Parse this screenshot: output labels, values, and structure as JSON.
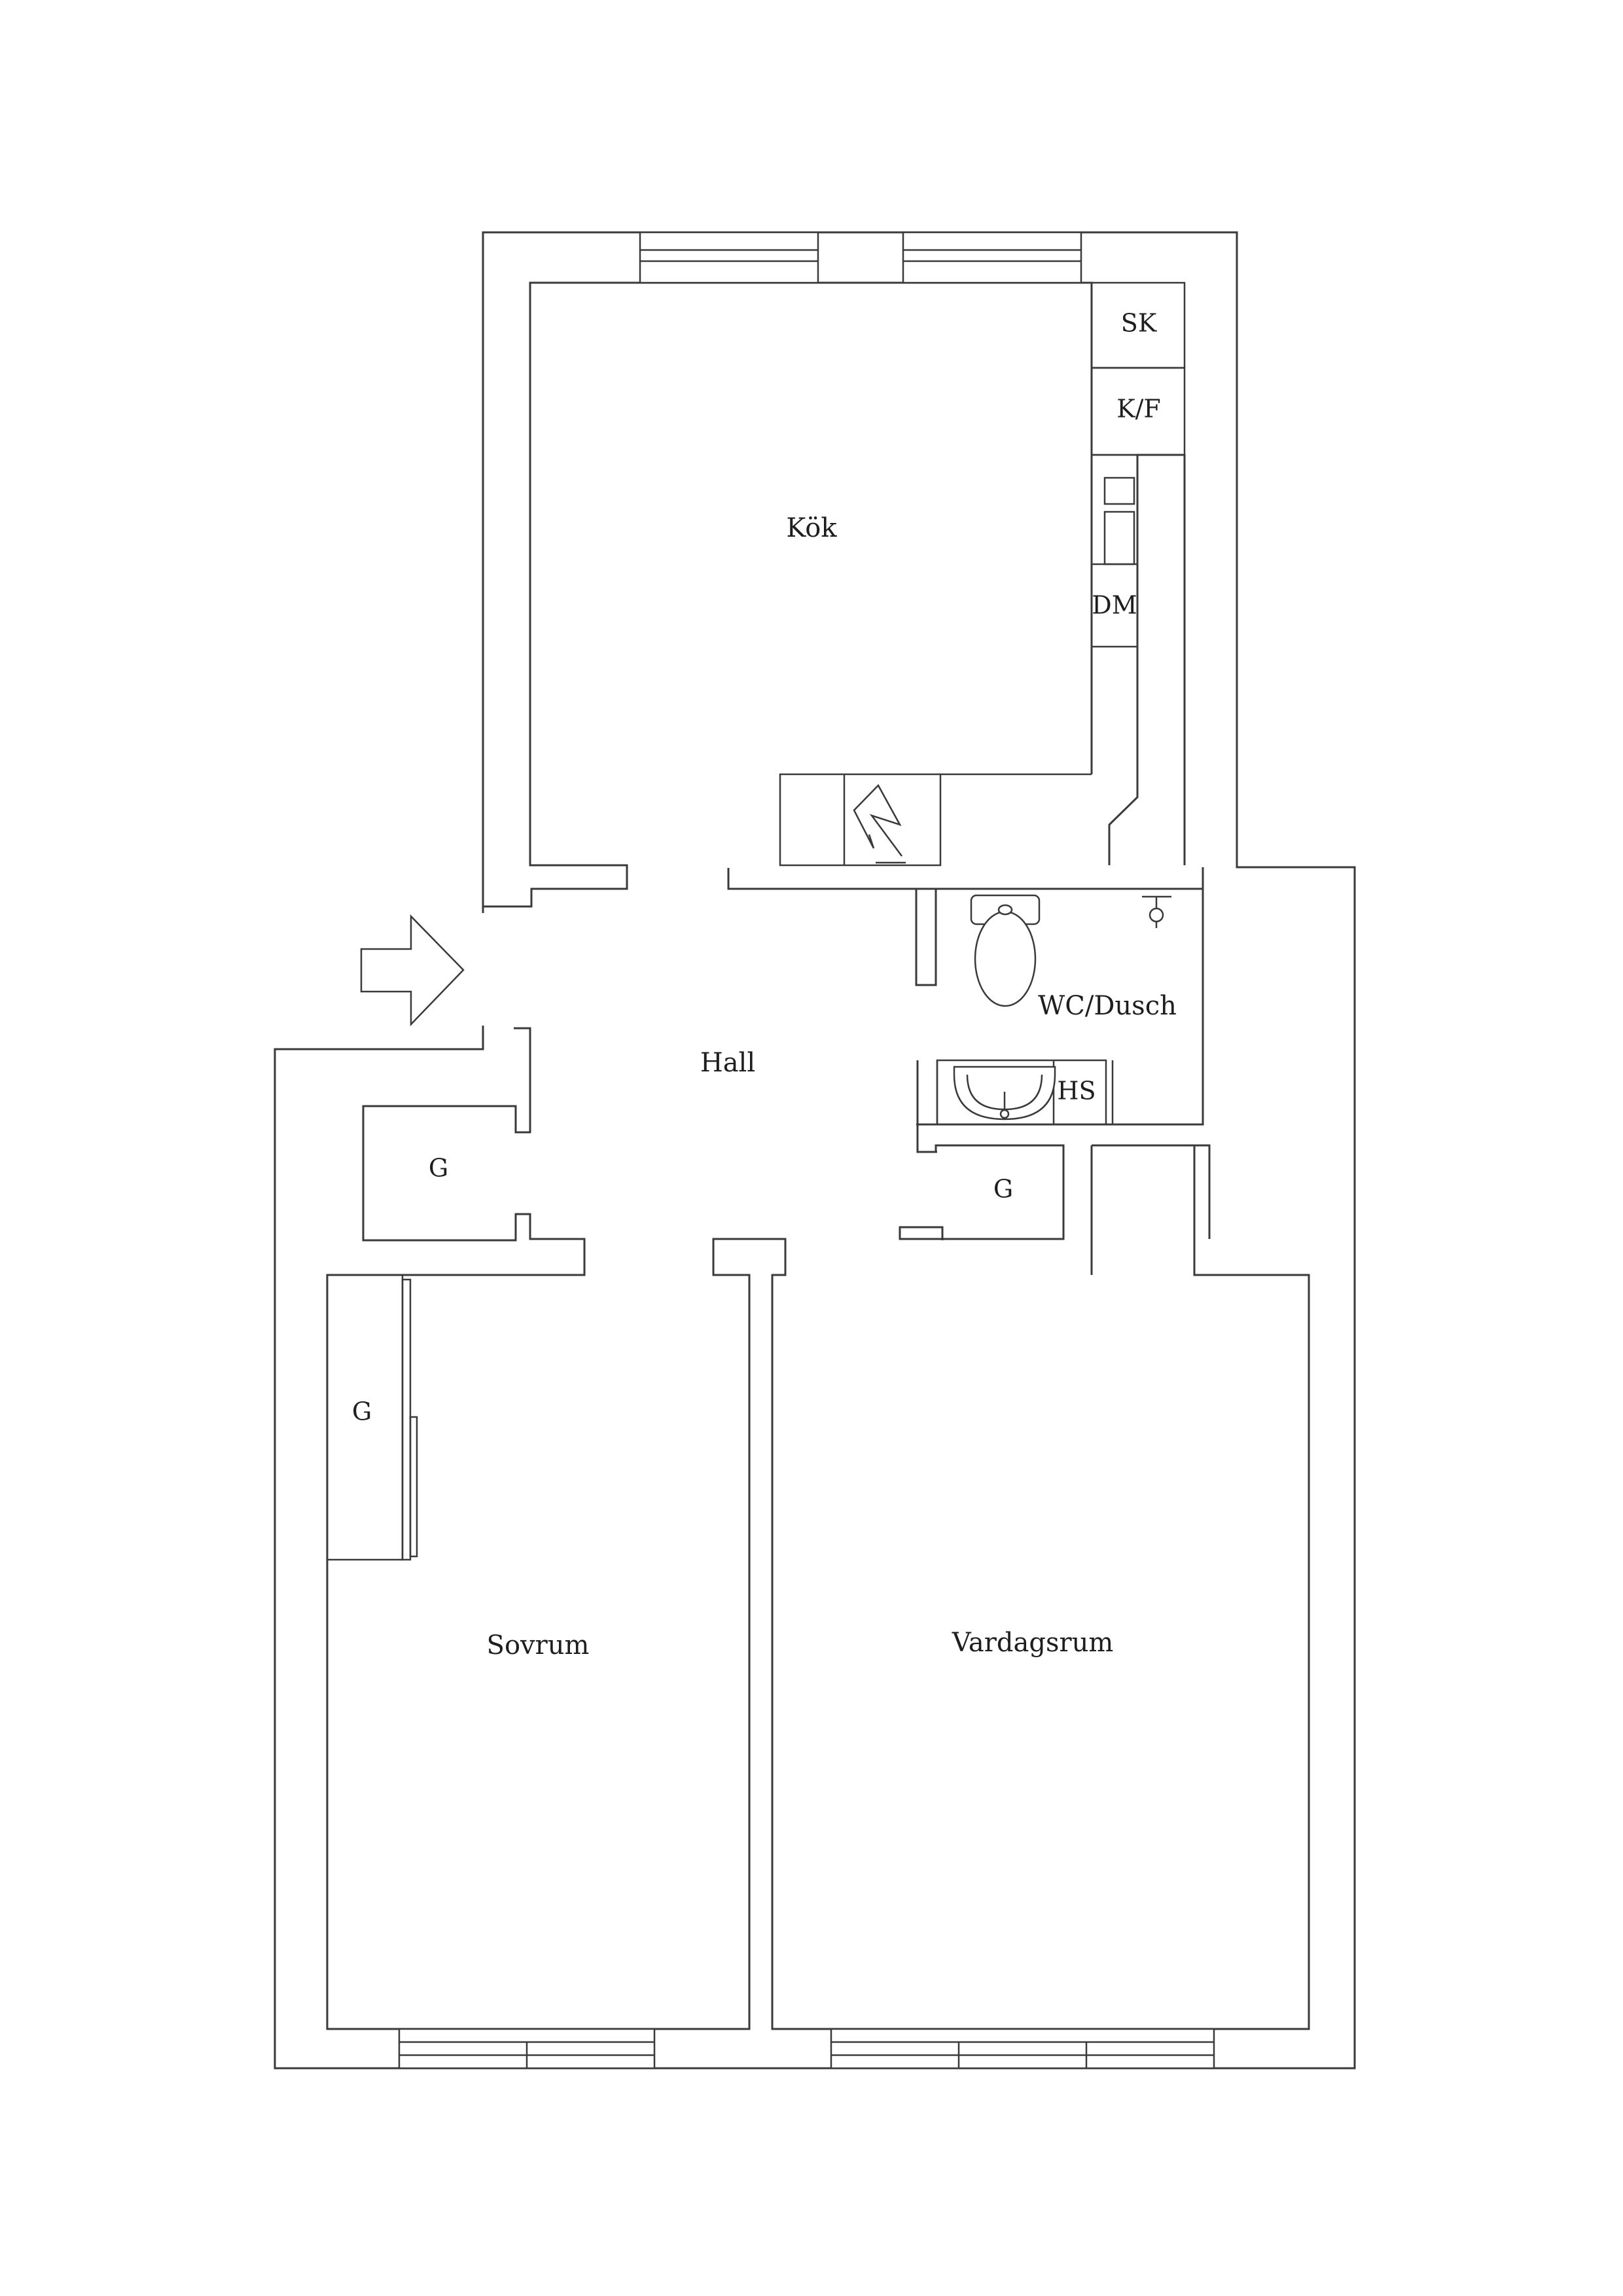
{
  "rooms": {
    "kok": "Kök",
    "hall": "Hall",
    "wc_dusch": "WC/Dusch",
    "sovrum": "Sovrum",
    "vardagsrum": "Vardagsrum"
  },
  "fixtures": {
    "sk": "SK",
    "kf": "K/F",
    "dm": "DM",
    "hs": "HS",
    "g_hall_left": "G",
    "g_hall_right": "G",
    "g_sovrum": "G"
  },
  "icons": {
    "entrance": "entrance-arrow-icon",
    "chimney": "chimney-icon",
    "toilet": "toilet-icon",
    "sink": "sink-icon",
    "shower": "shower-icon"
  },
  "colors": {
    "line": "#3a3a3a",
    "background": "#ffffff"
  }
}
